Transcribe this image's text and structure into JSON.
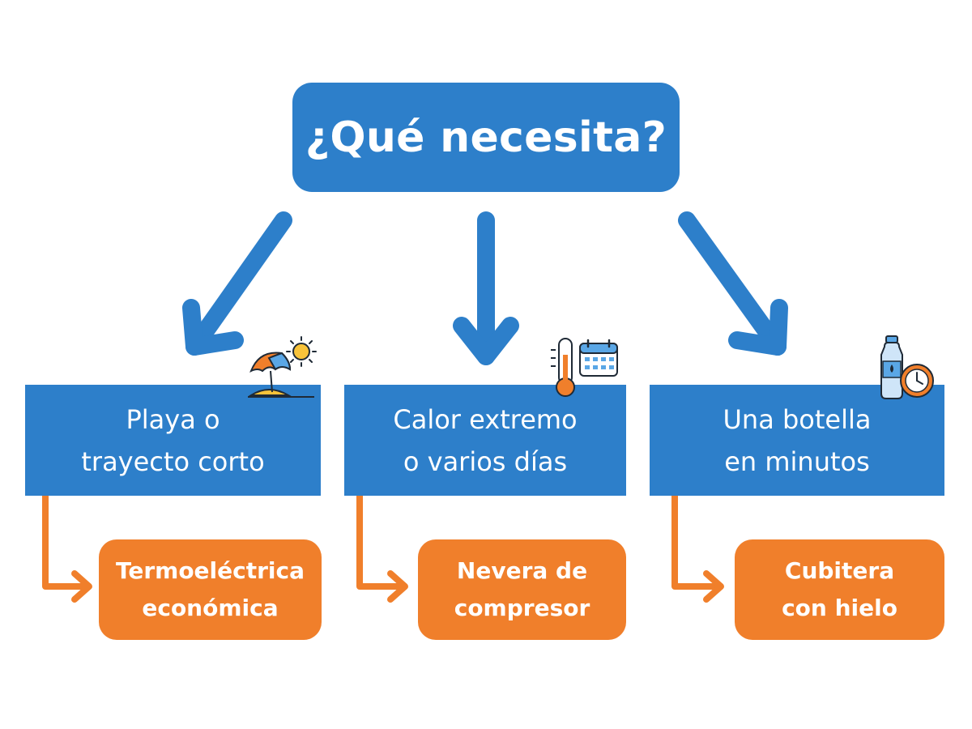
{
  "root": {
    "question": "¿Qué necesita?"
  },
  "categories": [
    {
      "line1": "Playa o",
      "line2": "trayecto corto",
      "icon": "beach-umbrella-sun-icon"
    },
    {
      "line1": "Calor extremo",
      "line2": "o varios días",
      "icon": "thermometer-calendar-icon"
    },
    {
      "line1": "Una botella",
      "line2": "en minutos",
      "icon": "water-bottle-clock-icon"
    }
  ],
  "results": [
    {
      "line1": "Termoeléctrica",
      "line2": "económica"
    },
    {
      "line1": "Nevera de",
      "line2": "compresor"
    },
    {
      "line1": "Cubitera",
      "line2": "con hielo"
    }
  ],
  "colors": {
    "blue": "#2d7fca",
    "orange": "#f07f2b",
    "icon_blue": "#5aa7e6",
    "icon_orange": "#f07f2b"
  }
}
